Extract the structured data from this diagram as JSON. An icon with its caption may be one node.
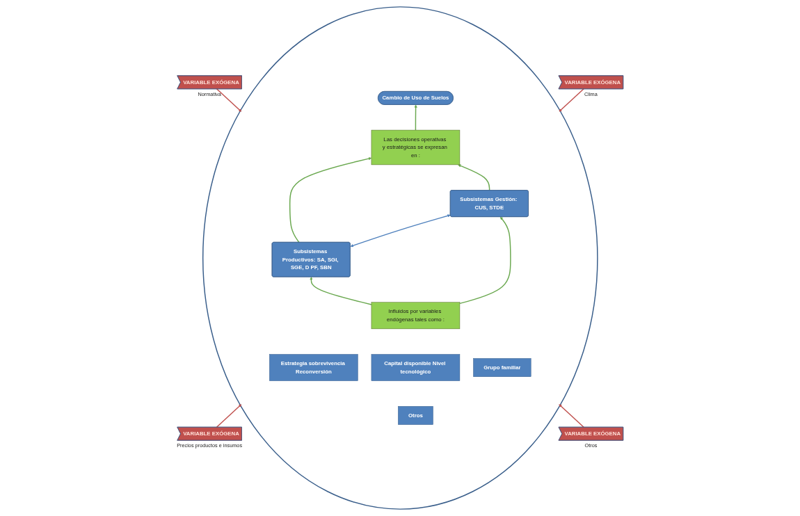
{
  "diagram": {
    "nodes": [
      {
        "text": [],
        "shape": "ellipse"
      },
      {
        "text": [
          "Cambio de Uso de Suelos"
        ],
        "in": 0
      },
      {
        "text": [
          "Las decisiones operativas y estratégicas se expresan en :"
        ],
        "in": 0
      },
      {
        "text": [
          "Subsistemas Productivos: SA, SGI, SGE, D PF, SBN"
        ],
        "in": 0
      },
      {
        "text": [
          "Subsistemas Gestión: CUS, STDE"
        ],
        "in": 0
      },
      {
        "text": [
          "Influidos por variables endógenas tales como :"
        ],
        "in": 0
      },
      {
        "text": [
          "Estrategia sobrevivencia Reconversión"
        ],
        "in": 0
      },
      {
        "text": [
          "Capital disponible Nivel tecnológico"
        ],
        "in": 0
      },
      {
        "text": [
          "Grupo familiar"
        ],
        "in": 0
      },
      {
        "text": [
          "Otros"
        ],
        "in": 0
      },
      {
        "text": [
          "VARIABLE EXÓGENA"
        ],
        "beside": [
          "Normativa"
        ]
      },
      {
        "text": [
          "VARIABLE EXÓGENA"
        ],
        "beside": [
          "Clima"
        ]
      },
      {
        "text": [
          "VARIABLE EXÓGENA"
        ],
        "beside": [
          "Precios productos e insumos"
        ]
      },
      {
        "text": [
          "VARIABLE EXÓGENA"
        ],
        "beside": [
          "Otros"
        ]
      }
    ],
    "edges": [
      {
        "from": 2,
        "to": 1,
        "arrow": "to"
      },
      {
        "from": 3,
        "to": 2,
        "arrow": "to"
      },
      {
        "from": 4,
        "to": 2,
        "arrow": "to"
      },
      {
        "from": 3,
        "to": 4,
        "arrow": "both",
        "color": "#4f81bd"
      },
      {
        "from": 5,
        "to": 3,
        "arrow": "to"
      },
      {
        "from": 5,
        "to": 4,
        "arrow": "to"
      },
      {
        "from": 10,
        "to": 0,
        "arrow": "to",
        "color": "#c0504d"
      },
      {
        "from": 11,
        "to": 0,
        "arrow": "to",
        "color": "#c0504d"
      },
      {
        "from": 12,
        "to": 0,
        "arrow": "to",
        "color": "#c0504d"
      },
      {
        "from": 13,
        "to": 0,
        "arrow": "to",
        "color": "#c0504d"
      }
    ]
  }
}
